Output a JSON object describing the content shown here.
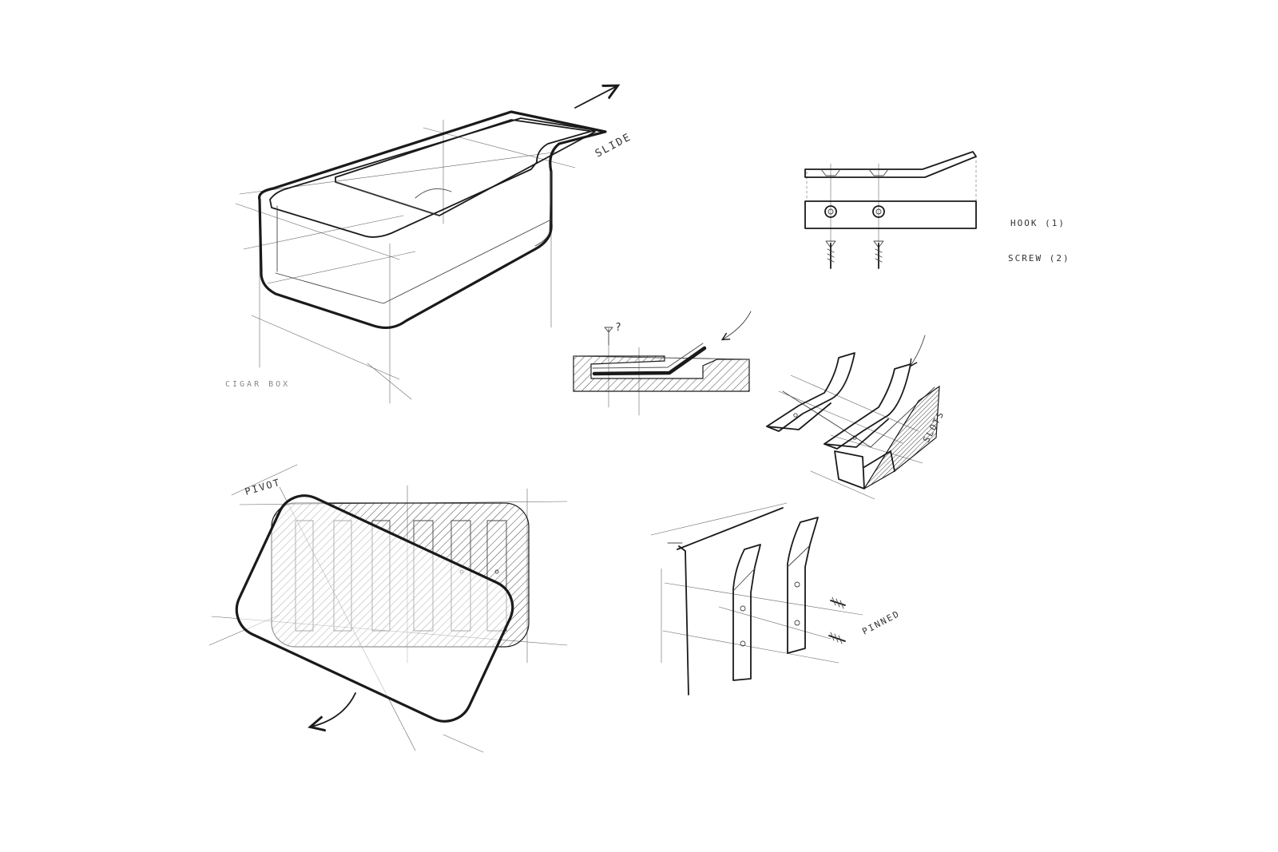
{
  "labels": {
    "slide": "SLIDE",
    "cigar_box": "CIGAR BOX",
    "hook": "HOOK (1)",
    "screw": "SCREW (2)",
    "question": "?",
    "slots": "SLOTS",
    "pivot": "PIVOT",
    "pinned": "PINNED"
  },
  "colors": {
    "ink": "#1a1a1a",
    "paper": "#ffffff"
  }
}
